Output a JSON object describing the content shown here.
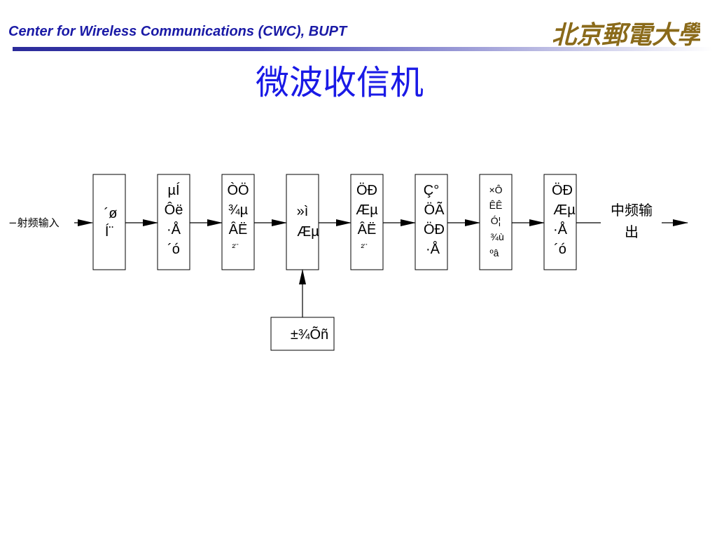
{
  "header": {
    "org_text": "Center for Wireless Communications (CWC), BUPT",
    "logo_text": "北京郵電大學"
  },
  "title": "微波收信机",
  "input_label": "−射频输入",
  "output_label": [
    "中频输",
    "出"
  ],
  "blocks": [
    {
      "lines": [
        "´ø",
        "Í¨"
      ]
    },
    {
      "lines": [
        "µÍ",
        "Ôë",
        "·Å",
        "´ó"
      ]
    },
    {
      "lines": [
        "ÒÖ",
        "¾µ",
        "ÂË",
        "²¨"
      ]
    },
    {
      "lines": [
        "»ì",
        "Æµ"
      ]
    },
    {
      "lines": [
        "ÖÐ",
        "Æµ",
        "ÂË",
        "²¨"
      ]
    },
    {
      "lines": [
        "Ç°",
        "ÖÃ",
        "ÖÐ",
        "·Å"
      ]
    },
    {
      "lines": [
        "×Ô",
        "ÊÊ",
        "Ó¦",
        "¾ù",
        "ºâ"
      ]
    },
    {
      "lines": [
        "ÖÐ",
        "Æµ",
        "·Å",
        "´ó"
      ]
    }
  ],
  "local_oscillator": "±¾Õñ",
  "colors": {
    "header_text": "#1a1aa6",
    "title": "#1a1ae6",
    "logo": "#8a6a1a",
    "line": "#000000"
  }
}
